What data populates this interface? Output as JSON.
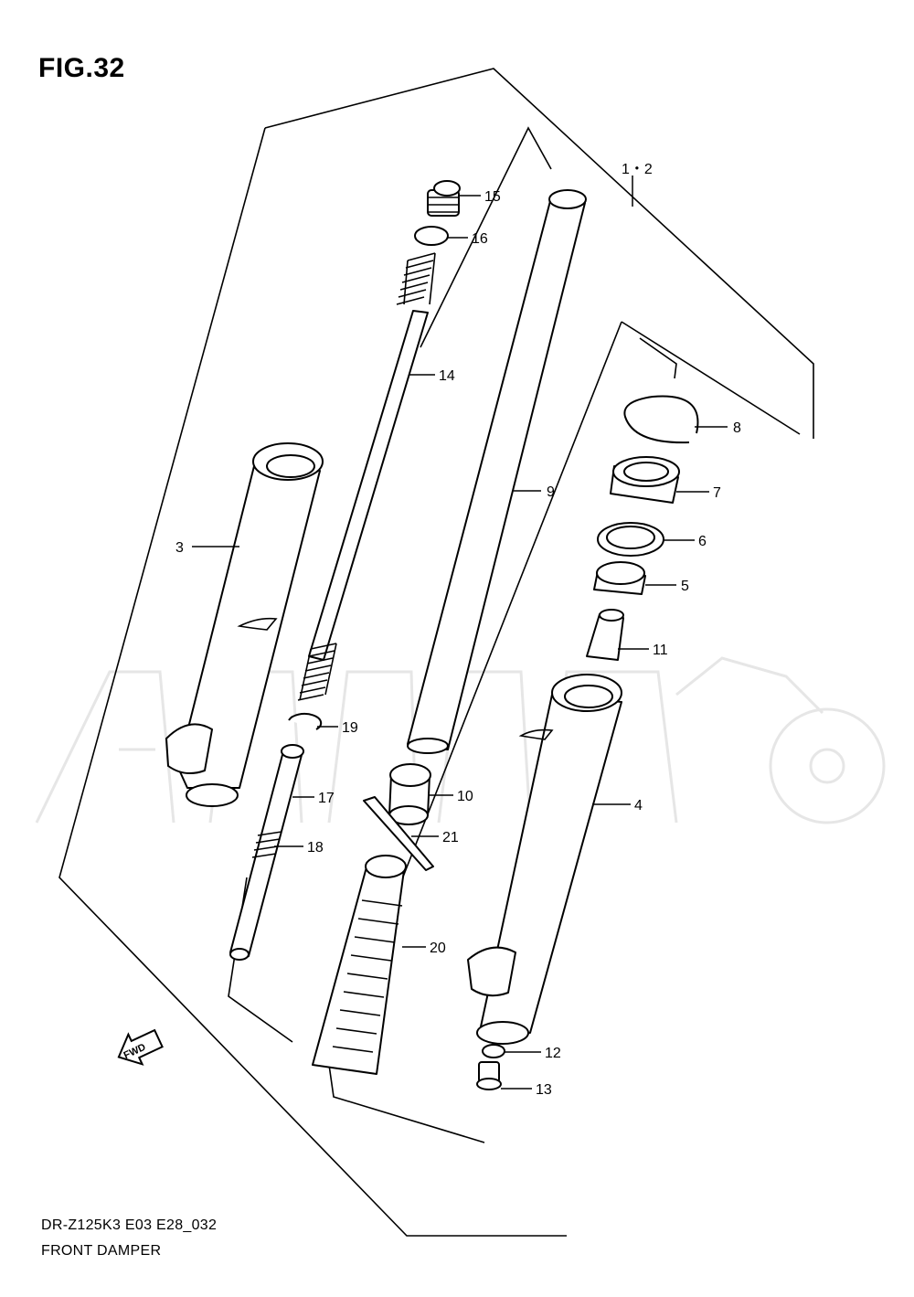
{
  "figure": {
    "title": "FIG.32",
    "model_code": "DR-Z125K3 E03 E28_032",
    "caption": "FRONT DAMPER",
    "direction_label": "FWD"
  },
  "callouts": [
    {
      "id": "1-2",
      "label": "1・2"
    },
    {
      "id": "3",
      "label": "3"
    },
    {
      "id": "4",
      "label": "4"
    },
    {
      "id": "5",
      "label": "5"
    },
    {
      "id": "6",
      "label": "6"
    },
    {
      "id": "7",
      "label": "7"
    },
    {
      "id": "8",
      "label": "8"
    },
    {
      "id": "9",
      "label": "9"
    },
    {
      "id": "10",
      "label": "10"
    },
    {
      "id": "11",
      "label": "11"
    },
    {
      "id": "12",
      "label": "12"
    },
    {
      "id": "13",
      "label": "13"
    },
    {
      "id": "14",
      "label": "14"
    },
    {
      "id": "15",
      "label": "15"
    },
    {
      "id": "16",
      "label": "16"
    },
    {
      "id": "17",
      "label": "17"
    },
    {
      "id": "18",
      "label": "18"
    },
    {
      "id": "19",
      "label": "19"
    },
    {
      "id": "20",
      "label": "20"
    },
    {
      "id": "21",
      "label": "21"
    }
  ]
}
